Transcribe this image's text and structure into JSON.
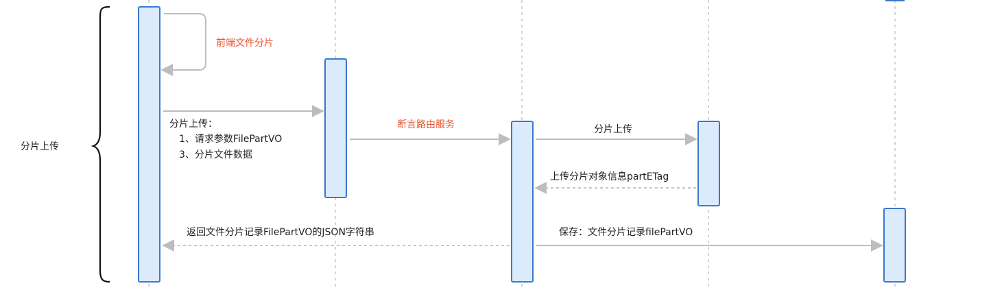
{
  "group": {
    "label": "分片上传"
  },
  "messages": {
    "self_split": "前端文件分片",
    "upload_label": "分片上传：",
    "upload_param1": "1、请求参数FilePartVO",
    "upload_param3": "3、分片文件数据",
    "route": "断言路由服务",
    "forward_upload": "分片上传",
    "return_etag": "上传分片对象信息partETag",
    "return_json": "返回文件分片记录FilePartVO的JSON字符串",
    "save": "保存：文件分片记录filePartVO"
  },
  "colors": {
    "accent_text": "#e8542e",
    "activation_fill": "#dcebfb",
    "activation_stroke": "#3a78d0",
    "arrow": "#bdbdbd",
    "lifeline": "#b9b9b9"
  }
}
